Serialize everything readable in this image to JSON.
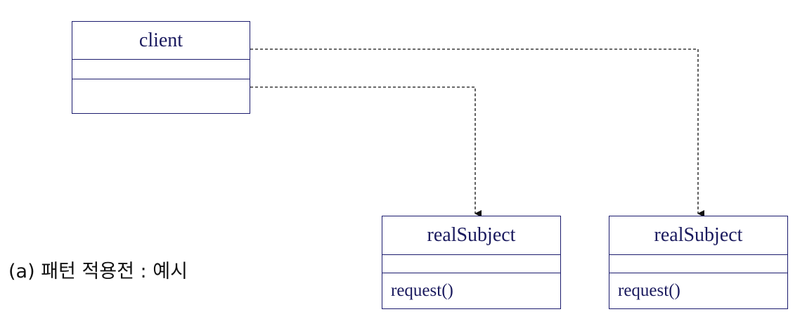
{
  "client": {
    "name": "client",
    "attributes": "",
    "operations": ""
  },
  "real_subjects": [
    {
      "name": "realSubject",
      "attributes": "",
      "operations": "request()"
    },
    {
      "name": "realSubject",
      "attributes": "",
      "operations": "request()"
    }
  ],
  "caption": "(a) 패턴 적용전 : 예시",
  "colors": {
    "box_border": "#1c1c6e",
    "box_text": "#1a1a5e",
    "connector": "#111111"
  }
}
